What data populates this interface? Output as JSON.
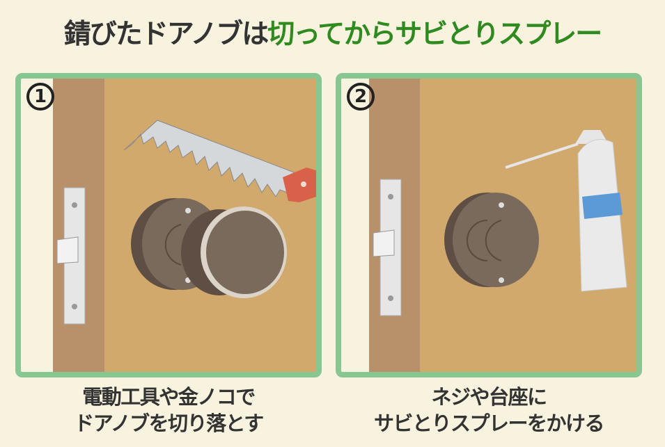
{
  "title": {
    "part1": "錆びたドアノブは",
    "part2": "切ってからサビとりスプレー"
  },
  "colors": {
    "accent_green": "#2f8a1f",
    "panel_border": "#88c792",
    "wood": "#d2a96c"
  },
  "steps": [
    {
      "number": "1",
      "caption_line1": "電動工具や金ノコで",
      "caption_line2": "ドアノブを切り落とす"
    },
    {
      "number": "2",
      "caption_line1": "ネジや台座に",
      "caption_line2": "サビとりスプレーをかける"
    }
  ]
}
